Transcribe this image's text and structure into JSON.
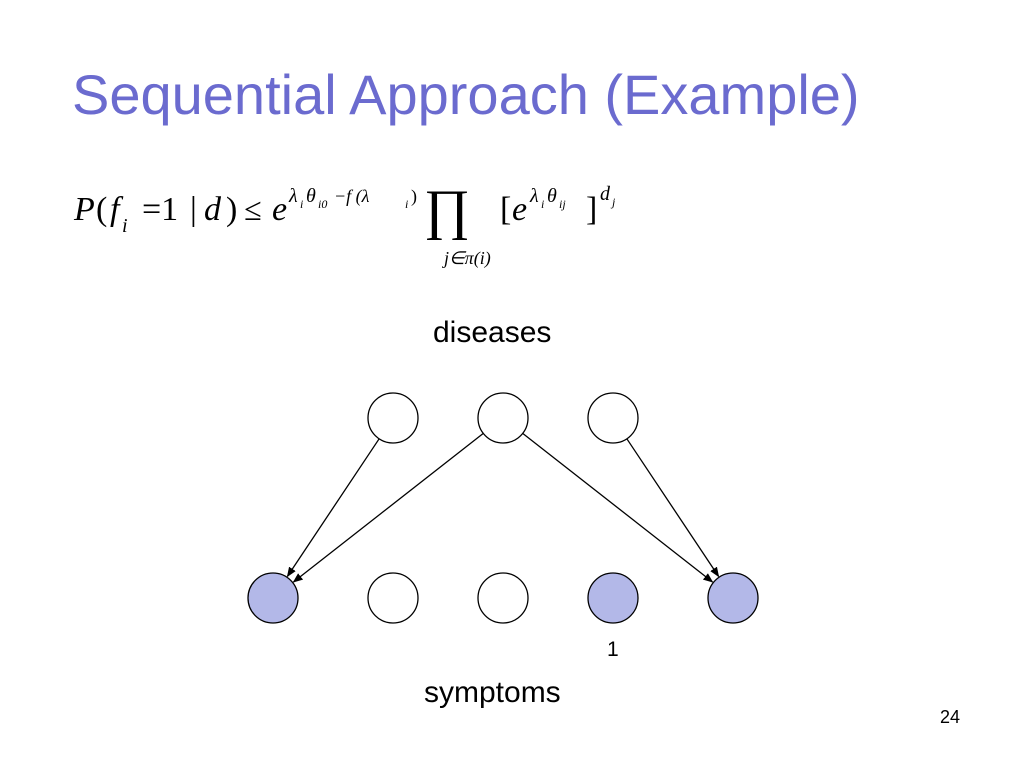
{
  "slide": {
    "title": "Sequential Approach (Example)",
    "page_number": "24"
  },
  "formula": {
    "lhs_P": "P",
    "lhs_f": "f",
    "lhs_i": "i",
    "lhs_eq": "=1",
    "lhs_bar": "|",
    "lhs_d": "d",
    "lhs_close": ")",
    "leq": "≤",
    "e1": "e",
    "exp1": "λ",
    "exp1_i": "i",
    "exp1_theta": "θ",
    "exp1_i0": "i0",
    "exp1_rest": "−f (λ",
    "exp1_i2": "i",
    "exp1_close": ")",
    "prod": "∏",
    "prod_sub": "j∈π(i)",
    "bracket_open": "[",
    "e2": "e",
    "exp2_lambda": "λ",
    "exp2_i": "i",
    "exp2_theta": "θ",
    "exp2_ij": "ij",
    "bracket_close": "]",
    "power_d": "d",
    "power_j": "j"
  },
  "diagram": {
    "disease_label": "diseases",
    "symptom_label": "symptoms",
    "finding_label": "1",
    "diseases": [
      {
        "id": "d1",
        "observed": false
      },
      {
        "id": "d2",
        "observed": false
      },
      {
        "id": "d3",
        "observed": false
      }
    ],
    "symptoms": [
      {
        "id": "s1",
        "observed": true
      },
      {
        "id": "s2",
        "observed": false
      },
      {
        "id": "s3",
        "observed": false
      },
      {
        "id": "s4",
        "observed": true
      },
      {
        "id": "s5",
        "observed": true
      }
    ],
    "edges": [
      {
        "from": "d1",
        "to": "s1"
      },
      {
        "from": "d2",
        "to": "s1"
      },
      {
        "from": "d2",
        "to": "s5"
      },
      {
        "from": "d3",
        "to": "s5"
      }
    ],
    "colors": {
      "title": "#6B6BCF",
      "observed_fill": "#B3B8E8",
      "unobserved_fill": "#FFFFFF",
      "stroke": "#000000"
    }
  }
}
